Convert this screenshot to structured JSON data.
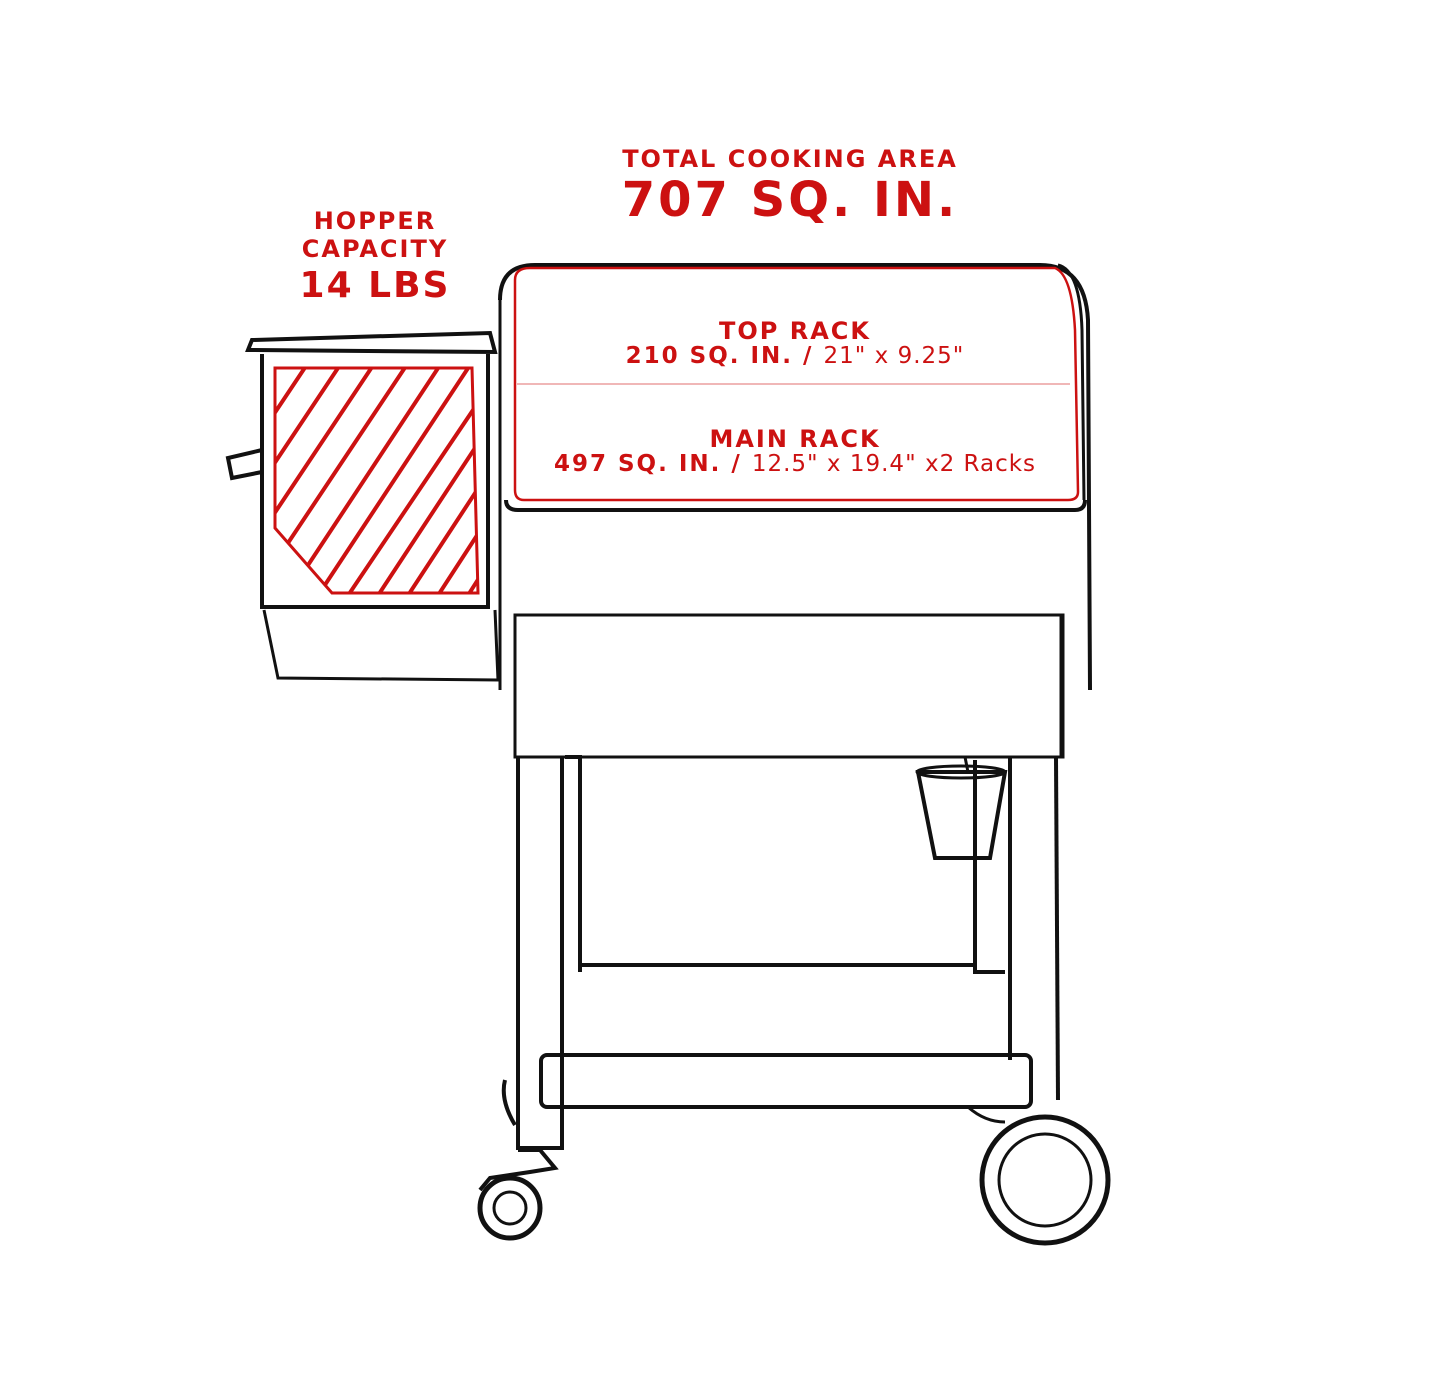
{
  "total_area": {
    "label": "TOTAL COOKING AREA",
    "value": "707 SQ. IN."
  },
  "hopper": {
    "label_line1": "HOPPER",
    "label_line2": "CAPACITY",
    "value": "14 LBS"
  },
  "top_rack": {
    "label": "TOP RACK",
    "area": "210 SQ. IN. /",
    "dimensions": "21\" x 9.25\""
  },
  "main_rack": {
    "label": "MAIN RACK",
    "area": "497 SQ. IN. /",
    "dimensions": "12.5\" x 19.4\" x2 Racks"
  },
  "colors": {
    "accent": "#cc1111",
    "line": "#111111"
  }
}
